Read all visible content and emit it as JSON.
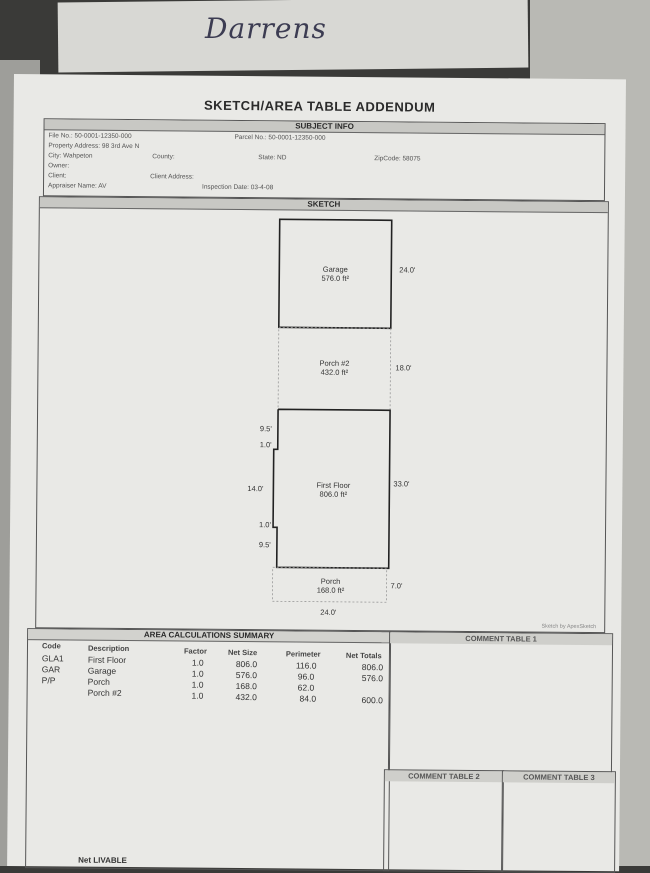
{
  "handwritten_note": "Darrens",
  "document": {
    "title": "SKETCH/AREA TABLE ADDENDUM",
    "subject_header": "SUBJECT INFO",
    "sketch_header": "SKETCH",
    "calc_header": "AREA CALCULATIONS SUMMARY",
    "sketch_credit": "Sketch by ApexSketch"
  },
  "subject": {
    "file_no": "File No.: 50-0001-12350-000",
    "parcel_no": "Parcel No.: 50-0001-12350-000",
    "address": "Property Address: 98 3rd Ave N",
    "city": "City: Wahpeton",
    "county": "County:",
    "state": "State: ND",
    "zip": "ZipCode: 58075",
    "owner": "Owner:",
    "client": "Client:",
    "client_address": "Client Address:",
    "appraiser": "Appraiser Name: AV",
    "inspection": "Inspection Date: 03-4-08"
  },
  "sketch": {
    "garage": {
      "name": "Garage",
      "area": "576.0 ft²",
      "dim": "24.0'"
    },
    "porch2": {
      "name": "Porch #2",
      "area": "432.0 ft²",
      "dim": "18.0'"
    },
    "first_floor": {
      "name": "First Floor",
      "area": "806.0 ft²",
      "dim": "33.0'"
    },
    "porch": {
      "name": "Porch",
      "area": "168.0 ft²",
      "dim": "7.0'"
    },
    "bottom_dim": "24.0'",
    "left_dims": [
      "9.5'",
      "1.0'",
      "14.0'",
      "1.0'",
      "9.5'"
    ]
  },
  "calc": {
    "headers": [
      "Code",
      "Description",
      "Factor",
      "Net Size",
      "Perimeter",
      "Net Totals"
    ],
    "rows": [
      {
        "code": "GLA1",
        "desc": "First Floor",
        "factor": "1.0",
        "size": "806.0",
        "perim": "116.0",
        "total": "806.0"
      },
      {
        "code": "GAR",
        "desc": "Garage",
        "factor": "1.0",
        "size": "576.0",
        "perim": "96.0",
        "total": "576.0"
      },
      {
        "code": "P/P",
        "desc": "Porch",
        "factor": "1.0",
        "size": "168.0",
        "perim": "62.0",
        "total": ""
      },
      {
        "code": "",
        "desc": "Porch #2",
        "factor": "1.0",
        "size": "432.0",
        "perim": "84.0",
        "total": "600.0"
      }
    ],
    "net_livable": "Net LIVABLE"
  },
  "comments": {
    "table1": "COMMENT TABLE 1",
    "table2": "COMMENT TABLE 2",
    "table3": "COMMENT TABLE 3"
  }
}
